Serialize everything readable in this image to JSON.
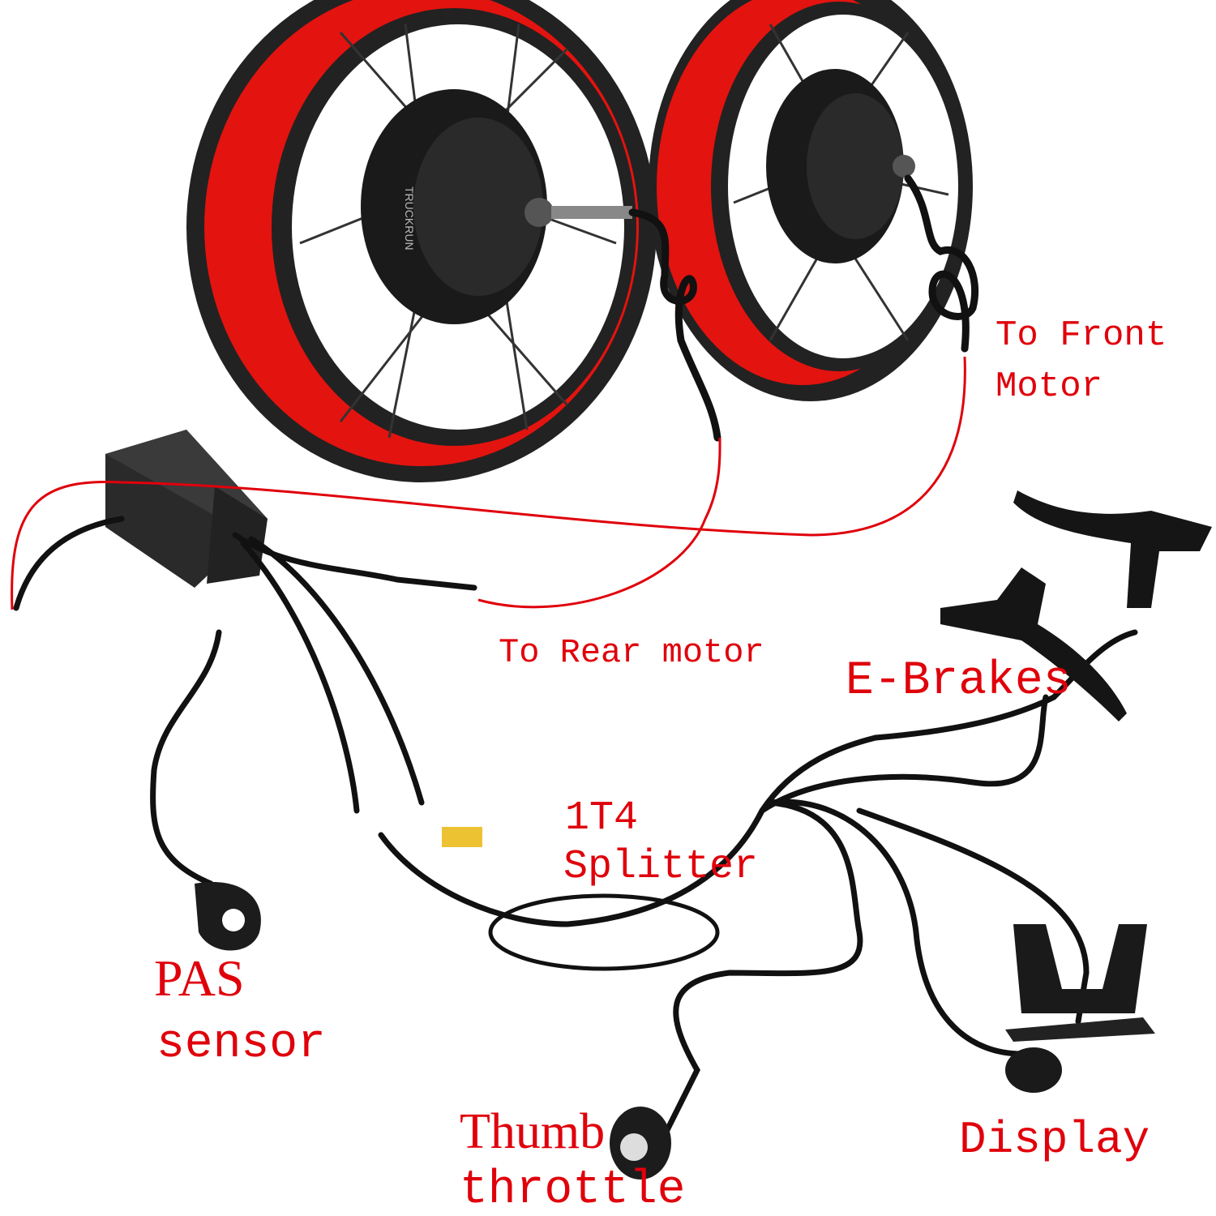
{
  "labels": {
    "front_motor_line1": "To Front",
    "front_motor_line2": "Motor",
    "rear_motor": "To Rear motor",
    "e_brakes": "E-Brakes",
    "splitter_line1": "1T4",
    "splitter_line2": "Splitter",
    "pas_line1": "PAS",
    "pas_line2": "sensor",
    "throttle_line1": "Thumb",
    "throttle_line2": "throttle",
    "display": "Display"
  },
  "hub_brand": "TRUCKRUN",
  "colors": {
    "label": "#e0000b",
    "tire": "#e3130f",
    "rim": "#1c1c1c",
    "cable": "#111111"
  }
}
